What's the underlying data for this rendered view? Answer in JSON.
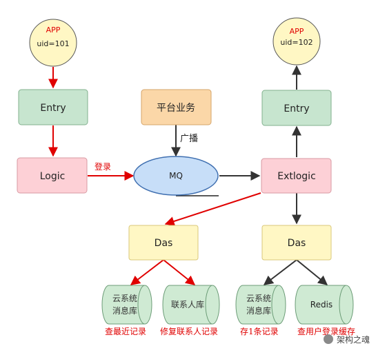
{
  "colors": {
    "red": "#e00000",
    "dark": "#333333",
    "green_fill": "#c7e5cf",
    "green_stroke": "#82b08e",
    "pink_fill": "#fdd0d6",
    "pink_stroke": "#d89aa3",
    "orange_fill": "#fbd7a8",
    "orange_stroke": "#d4a46a",
    "yellow_fill": "#fff7c4",
    "yellow_stroke": "#d9c77a",
    "blue_fill": "#c7def8",
    "blue_stroke": "#3f6fb0",
    "cyl_fill": "#cfead3",
    "cyl_stroke": "#6c9c77"
  },
  "left_app": {
    "title": "APP",
    "uid": "uid=101"
  },
  "right_app": {
    "title": "APP",
    "uid": "uid=102"
  },
  "nodes": {
    "entry_left": "Entry",
    "logic": "Logic",
    "platform": "平台业务",
    "mq": "MQ",
    "entry_right": "Entry",
    "extlogic": "Extlogic",
    "das_left": "Das",
    "das_right": "Das"
  },
  "edge_labels": {
    "login": "登录",
    "broadcast": "广播"
  },
  "storages": {
    "cloud_msg_left": [
      "云系统",
      "消息库"
    ],
    "contacts": "联系人库",
    "cloud_msg_right": [
      "云系统",
      "消息库"
    ],
    "redis": "Redis"
  },
  "captions": {
    "recent_records": "查最近记录",
    "repair_contacts": "修复联系人记录",
    "save_record": "存1条记录",
    "login_cache": "查用户登录缓存"
  },
  "watermark": "架构之魂"
}
